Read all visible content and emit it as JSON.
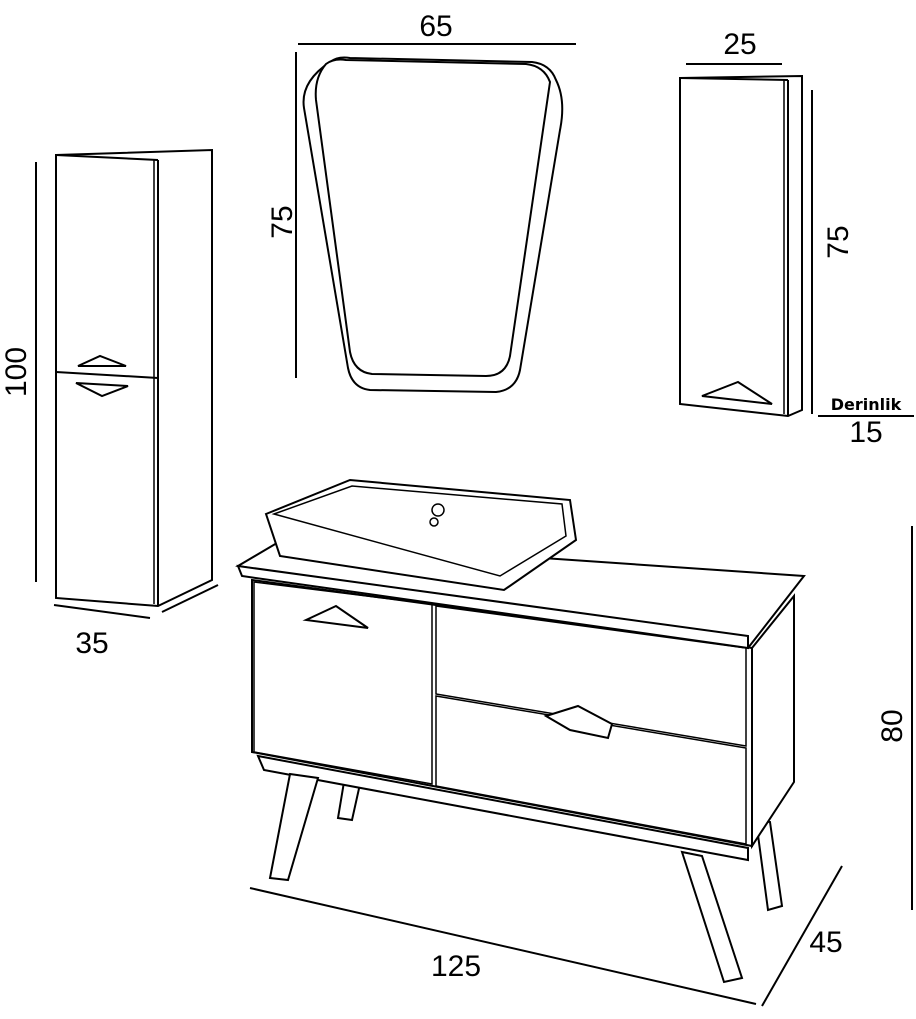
{
  "dimensions": {
    "tall_cabinet_height": "100",
    "tall_cabinet_width": "35",
    "mirror_width": "65",
    "mirror_height": "75",
    "wall_cabinet_width": "25",
    "wall_cabinet_height": "75",
    "depth_label": "Derinlik",
    "depth_value": "15",
    "vanity_height": "80",
    "vanity_width": "125",
    "vanity_depth": "45"
  }
}
